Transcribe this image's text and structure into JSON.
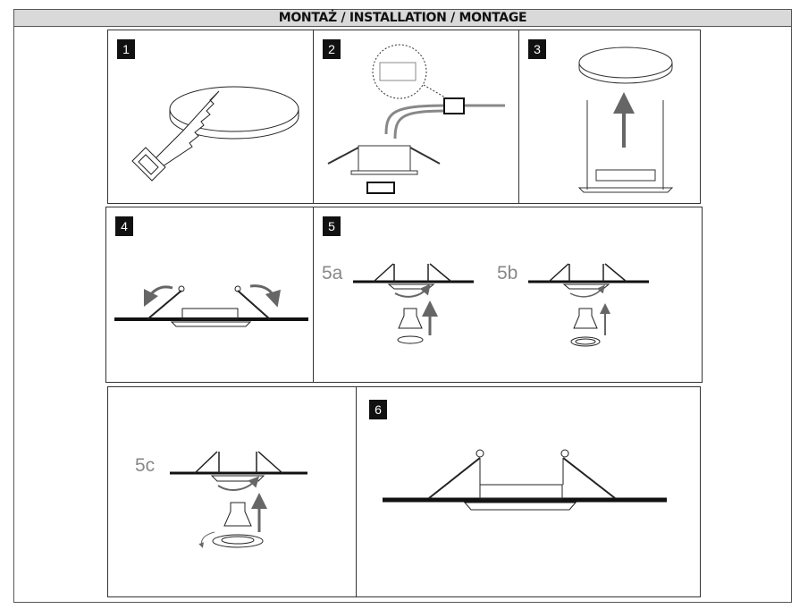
{
  "header": {
    "title": "MONTAŻ / INSTALLATION / MONTAGE"
  },
  "steps": [
    {
      "number": "1"
    },
    {
      "number": "2"
    },
    {
      "number": "3"
    },
    {
      "number": "4"
    },
    {
      "number": "5",
      "substeps": [
        "5a",
        "5b"
      ]
    },
    {
      "number": "6"
    }
  ],
  "step5c": {
    "label": "5c"
  }
}
